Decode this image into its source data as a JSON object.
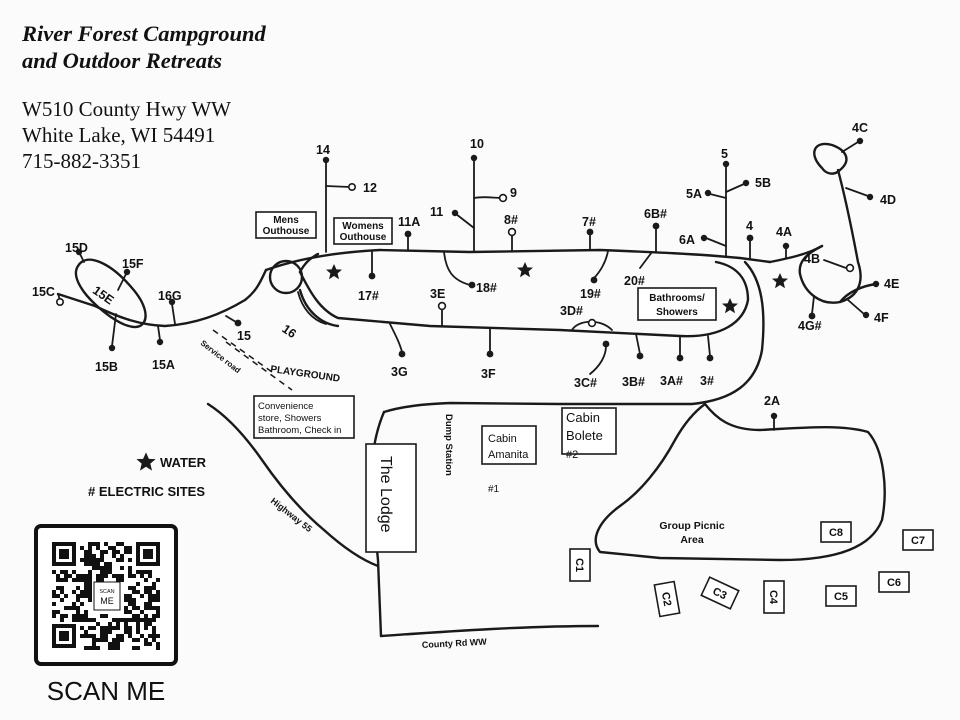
{
  "header": {
    "title_line1": "River Forest Campground",
    "title_line2": "and Outdoor Retreats",
    "address_line1": "W510 County Hwy WW",
    "address_line2": "White Lake, WI 54491",
    "phone": "715-882-3351"
  },
  "sites": {
    "s14": "14",
    "s12": "12",
    "s10": "10",
    "s9": "9",
    "s11": "11",
    "s11a": "11A",
    "s8": "8#",
    "s7": "7#",
    "s6b": "6B#",
    "s5": "5",
    "s5a": "5A",
    "s5b": "5B",
    "s6a": "6A",
    "s4": "4",
    "s4a": "4A",
    "s4b": "4B",
    "s4c": "4C",
    "s4d": "4D",
    "s4e": "4E",
    "s4f": "4F",
    "s4g": "4G#",
    "s15d": "15D",
    "s15f": "15F",
    "s15c": "15C",
    "s15e": "15E",
    "s16g": "16G",
    "s15b": "15B",
    "s15a": "15A",
    "s15": "15",
    "s16": "16",
    "s17": "17#",
    "s3e": "3E",
    "s18": "18#",
    "s19": "19#",
    "s20": "20#",
    "s3d": "3D#",
    "s3g": "3G",
    "s3f": "3F",
    "s3c": "3C#",
    "s3b": "3B#",
    "s3a": "3A#",
    "s3": "3#",
    "s2a": "2A"
  },
  "labels": {
    "mens_line1": "Mens",
    "mens_line2": "Outhouse",
    "womens_line1": "Womens",
    "womens_line2": "Outhouse",
    "bath_line1": "Bathrooms/",
    "bath_line2": "Showers",
    "playground": "PLAYGROUND",
    "service_road": "Service road",
    "conv_line1": "Convenience",
    "conv_line2": "store, Showers",
    "conv_line3": "Bathroom, Check in",
    "dump_station": "Dump Station",
    "lodge": "The Lodge",
    "amanita_line1": "Cabin",
    "amanita_line2": "Amanita",
    "amanita_num": "#1",
    "bolete_line1": "Cabin",
    "bolete_line2": "Bolete",
    "bolete_num": "#2",
    "group_line1": "Group Picnic",
    "group_line2": "Area",
    "highway": "Highway 55",
    "county_rd": "County Rd WW"
  },
  "cabins": {
    "c1": "C1",
    "c2": "C2",
    "c3": "C3",
    "c4": "C4",
    "c5": "C5",
    "c6": "C6",
    "c7": "C7",
    "c8": "C8"
  },
  "legend": {
    "water": "WATER",
    "electric": "# ELECTRIC SITES"
  },
  "qr": {
    "center_line1": "SCAN",
    "center_line2": "ME",
    "caption": "SCAN ME"
  }
}
